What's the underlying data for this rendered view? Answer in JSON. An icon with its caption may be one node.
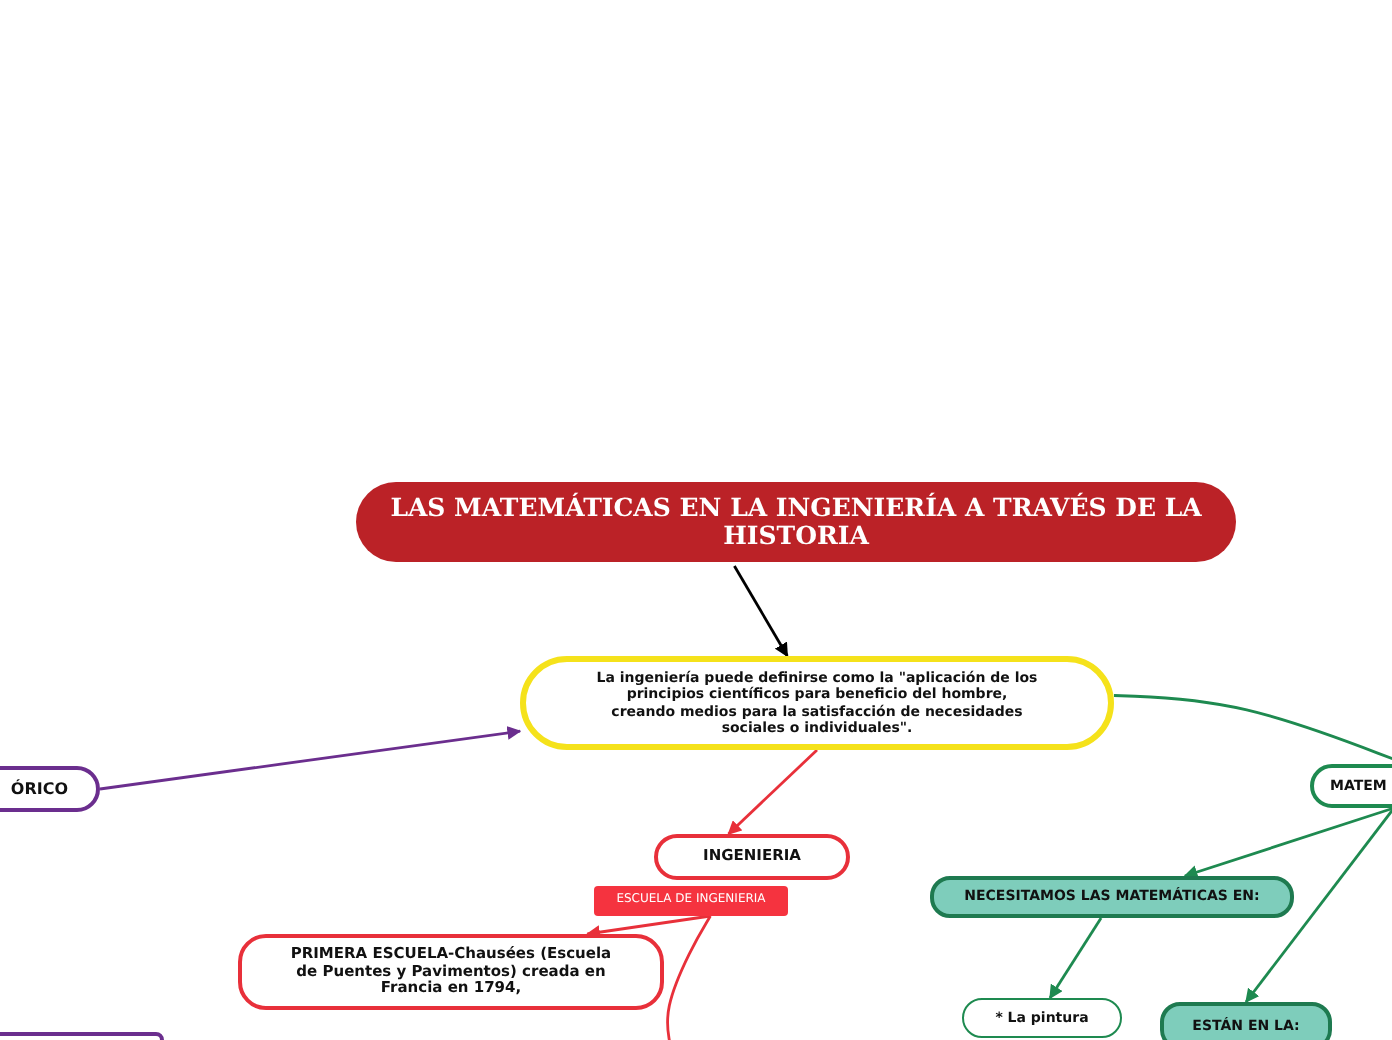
{
  "diagram": {
    "nodes": [
      {
        "text": [
          "LAS MATEMÁTICAS EN LA INGENIERÍA A TRAVÉS DE LA HISTORIA"
        ]
      },
      {
        "text": [
          "La ingeniería puede definirse como la \"aplicación de los principios científicos para beneficio del hombre, creando medios para la satisfacción de necesidades sociales o individuales\"."
        ]
      },
      {
        "text": [
          "ÓRICO"
        ]
      },
      {
        "text": [
          "INGENIERIA"
        ]
      },
      {
        "text": [
          "ESCUELA DE INGENIERIA"
        ]
      },
      {
        "text": [
          "PRIMERA ESCUELA-Chausées (Escuela de Puentes y Pavimentos) creada en Francia en 1794,"
        ]
      },
      {
        "text": [
          "MATEM"
        ]
      },
      {
        "text": [
          "NECESITAMOS LAS MATEMÁTICAS EN:"
        ]
      },
      {
        "text": [
          "* La pintura"
        ]
      },
      {
        "text": [
          "ESTÁN EN LA:"
        ]
      },
      {
        "text": [],
        "shape": "box"
      }
    ],
    "edges": [
      {
        "from": 0,
        "to": 1,
        "arrow": "to",
        "color": "#000000"
      },
      {
        "from": 2,
        "to": 1,
        "arrow": "to",
        "color": "#6b2e8e"
      },
      {
        "from": 1,
        "to": 3,
        "arrow": "to",
        "color": "#e8303a"
      },
      {
        "from": 4,
        "to": 5,
        "arrow": "to",
        "color": "#e8303a"
      },
      {
        "from": 4,
        "to": null,
        "arrow": "none",
        "color": "#e8303a"
      },
      {
        "from": 1,
        "to": 6,
        "arrow": "none"
      },
      {
        "from": 6,
        "to": 7,
        "arrow": "to"
      },
      {
        "from": 6,
        "to": 9,
        "arrow": "to"
      },
      {
        "from": 7,
        "to": 8,
        "arrow": "to"
      }
    ]
  }
}
